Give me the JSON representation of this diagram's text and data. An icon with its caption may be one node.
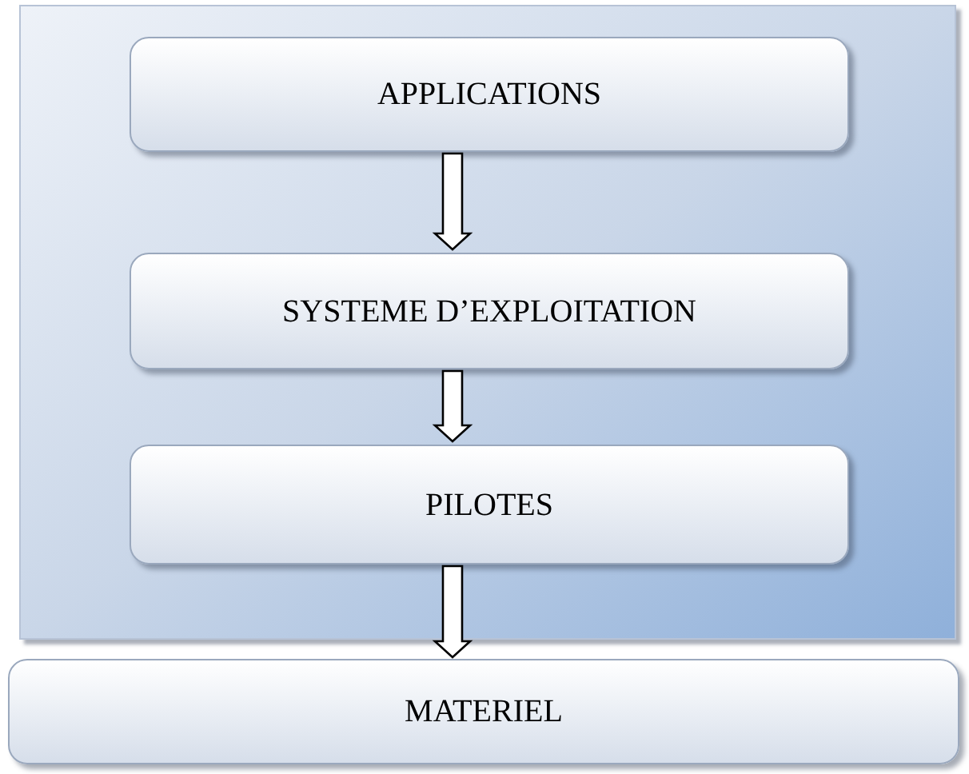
{
  "diagram": {
    "nodes": [
      {
        "text": [],
        "shape": "box"
      },
      {
        "text": [
          "APPLICATIONS"
        ],
        "in": 0
      },
      {
        "text": [
          "SYSTEME D’EXPLOITATION"
        ],
        "in": 0
      },
      {
        "text": [
          "PILOTES"
        ],
        "in": 0
      },
      {
        "text": [
          "MATERIEL"
        ]
      }
    ],
    "edges": [
      {
        "from": 1,
        "to": 2,
        "arrow": "to"
      },
      {
        "from": 2,
        "to": 3,
        "arrow": "to"
      },
      {
        "from": 3,
        "to": 4,
        "arrow": "to"
      }
    ]
  }
}
